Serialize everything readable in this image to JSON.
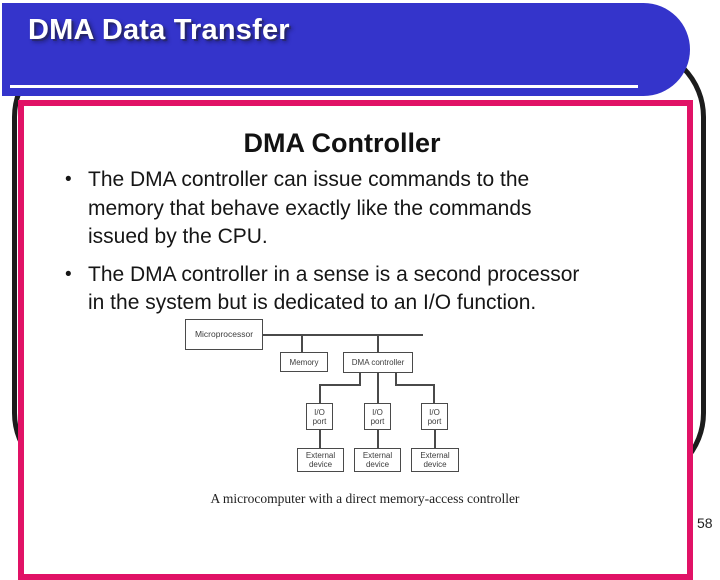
{
  "header": {
    "title": "DMA Data Transfer"
  },
  "content": {
    "heading": "DMA Controller",
    "bullets": [
      {
        "lines": [
          "The DMA controller can issue commands to the",
          "memory that behave exactly like the commands",
          "issued by the CPU."
        ]
      },
      {
        "lines": [
          "The DMA controller in a sense is a second processor",
          "in the system but is dedicated to an I/O function."
        ]
      }
    ],
    "diagram": {
      "microprocessor_label": "Microprocessor",
      "memory_label": "Memory",
      "dma_controller_label": "DMA controller",
      "io_port_label": "I/O port",
      "external_device_label": "External device",
      "caption": "A microcomputer with a direct memory-access controller"
    }
  },
  "footer": {
    "page_number": "58"
  },
  "colors": {
    "header_blue": "#3434cb",
    "border_pink": "#e11266",
    "frame_black": "#1c1c1c"
  }
}
